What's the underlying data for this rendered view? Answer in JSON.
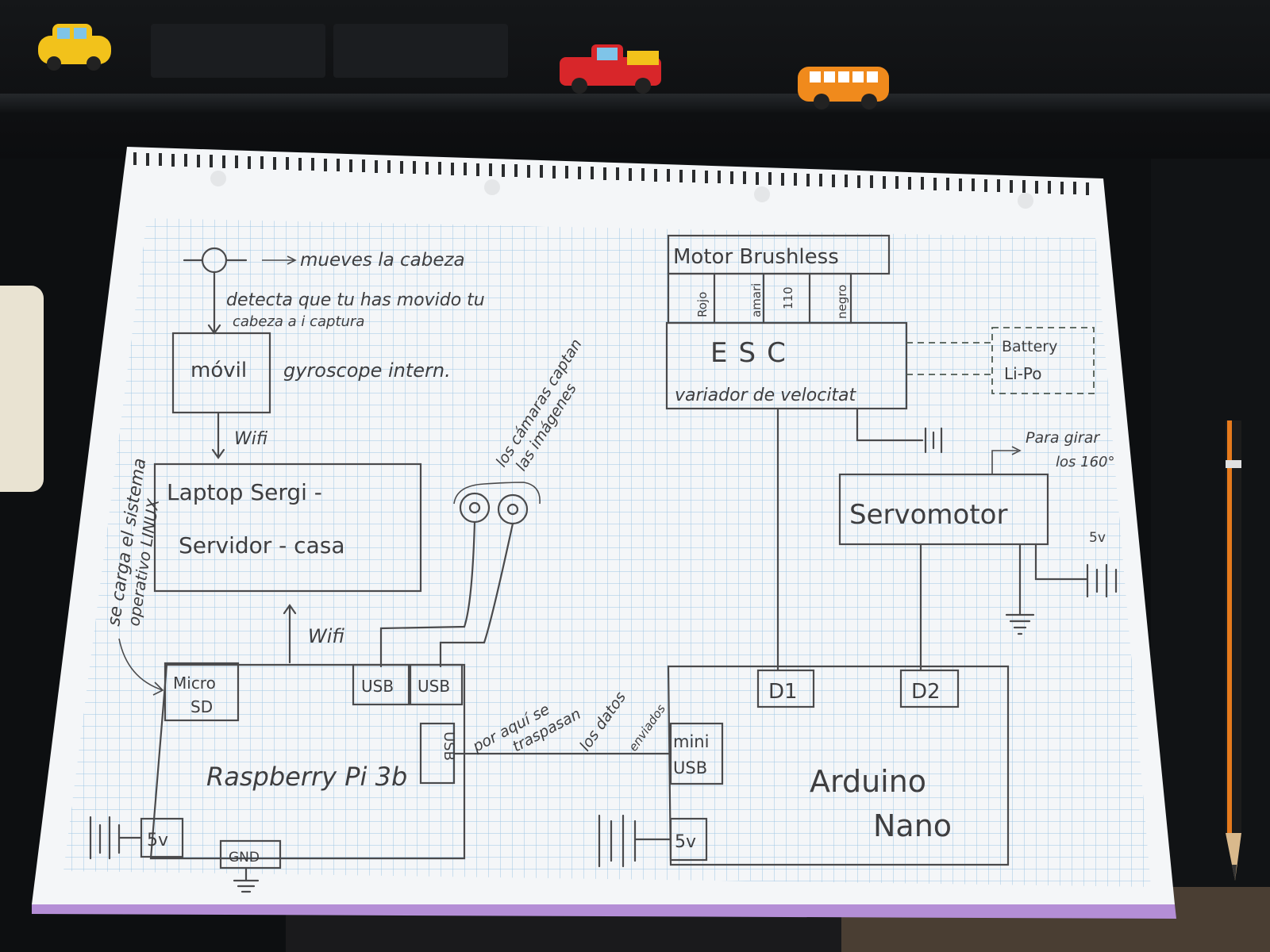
{
  "scene": {
    "paper_color": "#f4f6f8",
    "grid_color": "#9ec6e3",
    "margin_stripe_color": "#b48ed6",
    "pencil_color": "#4a4a4c"
  },
  "diagram": {
    "head_note": "mueves la cabeza",
    "detect_line1": "detecta que tu has movido tu",
    "detect_line2": "cabeza a i captura",
    "mobile_label": "móvil",
    "gyro_label": "gyroscope intern.",
    "wifi_top": "Wifi",
    "laptop_line1": "Laptop Sergi -",
    "laptop_line2": "Servidor - casa",
    "side_note_line1": "se carga el sistema",
    "side_note_line2": "operativo LINUX",
    "wifi_bottom": "Wifi",
    "cameras_note_line1": "los cámaras captan",
    "cameras_note_line2": "las imágenes",
    "rpi_micro": "Micro",
    "rpi_sd": "SD",
    "rpi_usb1": "USB",
    "rpi_usb2": "USB",
    "rpi_usb_side": "USB",
    "rpi_label": "Raspberry Pi 3b",
    "rpi_5v": "5v",
    "rpi_gnd": "GND",
    "transfer_note_line1": "por aquí se",
    "transfer_note_line2": "traspasan",
    "transfer_note_line3": "los datos",
    "transfer_note_line4": "enviados",
    "motor_title": "Motor Brushless",
    "wire1": "Rojo",
    "wire2": "amari",
    "wire3": "110",
    "wire4": "negro",
    "esc_label": "ESC",
    "esc_sub": "variador de velocitat",
    "battery_line1": "Battery",
    "battery_line2": "Li-Po",
    "servo_note_line1": "Para girar",
    "servo_note_line2": "los 160°",
    "servo_label": "Servomotor",
    "servo_5v": "5v",
    "nano_d1": "D1",
    "nano_d2": "D2",
    "nano_mini": "mini",
    "nano_usb": "USB",
    "nano_5v": "5v",
    "nano_label1": "Arduino",
    "nano_label2": "Nano"
  }
}
